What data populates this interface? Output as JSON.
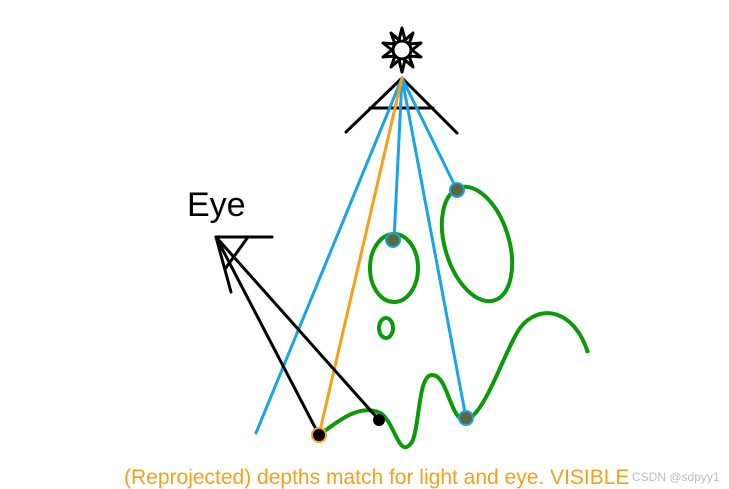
{
  "eye_label": "Eye",
  "caption": "(Reprojected) depths match for light and eye.  VISIBLE",
  "watermark": "CSDN @sdpyy1",
  "colors": {
    "light_rays": "#1aa3e8",
    "matching_ray": "#f5a01a",
    "eye_rays": "#000000",
    "geometry": "#0a9a0a",
    "sample_point": "#5a6a3a",
    "caption_text": "#f5a01a",
    "background": "#ffffff"
  },
  "icons": {
    "light_source": "sun-icon",
    "light_camera": "light-frustum-icon",
    "eye_camera": "eye-frustum-icon"
  }
}
